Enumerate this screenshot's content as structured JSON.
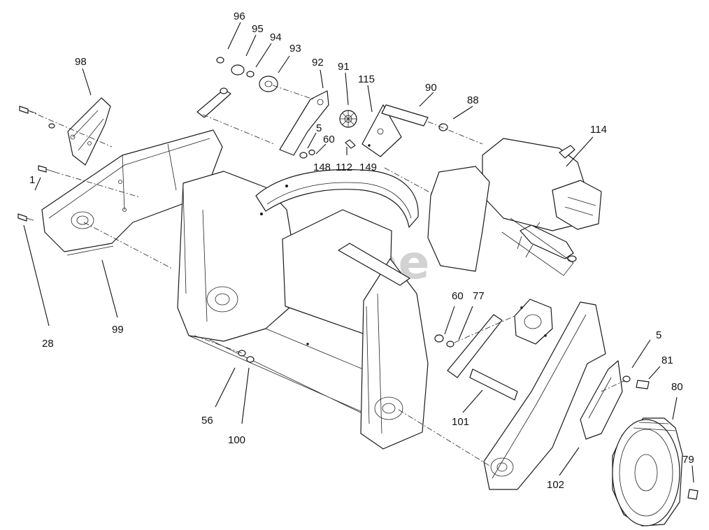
{
  "watermark": "PartsTree",
  "callouts": [
    {
      "id": "c96",
      "text": "96"
    },
    {
      "id": "c95",
      "text": "95"
    },
    {
      "id": "c94",
      "text": "94"
    },
    {
      "id": "c93",
      "text": "93"
    },
    {
      "id": "c98",
      "text": "98"
    },
    {
      "id": "c92",
      "text": "92"
    },
    {
      "id": "c91",
      "text": "91"
    },
    {
      "id": "c115",
      "text": "115"
    },
    {
      "id": "c90",
      "text": "90"
    },
    {
      "id": "c88",
      "text": "88"
    },
    {
      "id": "c114",
      "text": "114"
    },
    {
      "id": "c5a",
      "text": "5"
    },
    {
      "id": "c60a",
      "text": "60"
    },
    {
      "id": "c148",
      "text": "148"
    },
    {
      "id": "c112",
      "text": "112"
    },
    {
      "id": "c149",
      "text": "149"
    },
    {
      "id": "c1",
      "text": "1"
    },
    {
      "id": "c28",
      "text": "28"
    },
    {
      "id": "c99",
      "text": "99"
    },
    {
      "id": "c60b",
      "text": "60"
    },
    {
      "id": "c77",
      "text": "77"
    },
    {
      "id": "c5b",
      "text": "5"
    },
    {
      "id": "c81",
      "text": "81"
    },
    {
      "id": "c80",
      "text": "80"
    },
    {
      "id": "c56",
      "text": "56"
    },
    {
      "id": "c100",
      "text": "100"
    },
    {
      "id": "c101",
      "text": "101"
    },
    {
      "id": "c79",
      "text": "79"
    },
    {
      "id": "c102",
      "text": "102"
    }
  ]
}
